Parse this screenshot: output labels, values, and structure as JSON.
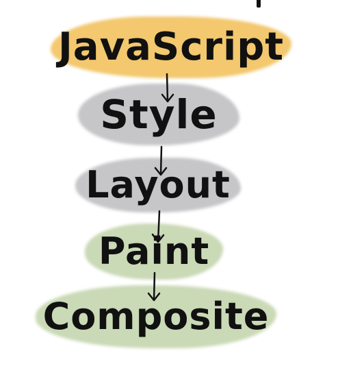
{
  "pipeline": {
    "stages": [
      {
        "label": "JavaScript",
        "color": "#f3c86e"
      },
      {
        "label": "Style",
        "color": "#c6c5c8"
      },
      {
        "label": "Layout",
        "color": "#c6c5c8"
      },
      {
        "label": "Paint",
        "color": "#cad9b6"
      },
      {
        "label": "Composite",
        "color": "#cad9b6"
      }
    ],
    "arrow_color": "#111111",
    "text_color": "#111111"
  }
}
